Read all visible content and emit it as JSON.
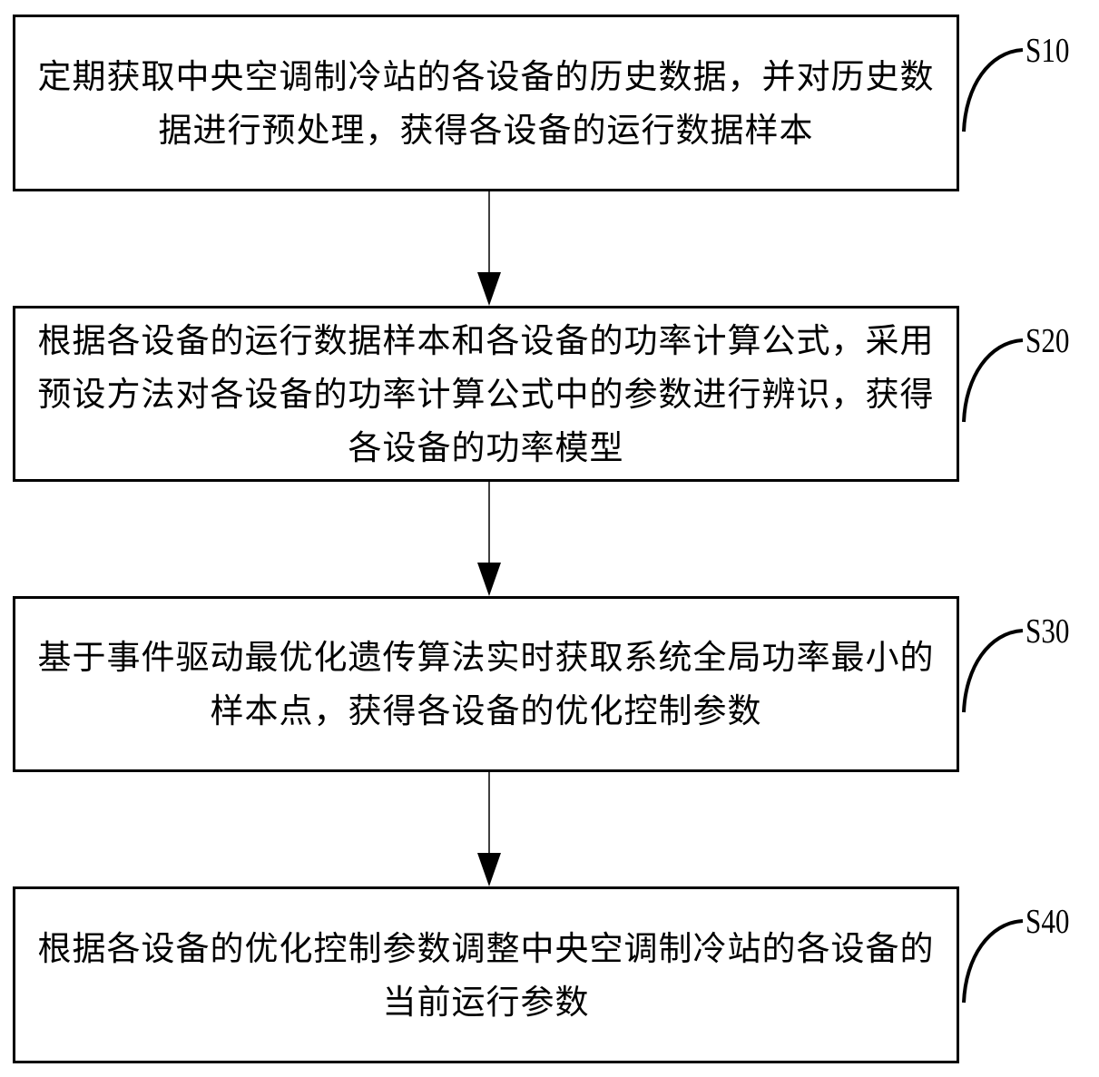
{
  "flowchart": {
    "steps": [
      {
        "id": "S10",
        "label": "S10",
        "text": "定期获取中央空调制冷站的各设备的历史数据，并对历史数据进行预处理，获得各设备的运行数据样本"
      },
      {
        "id": "S20",
        "label": "S20",
        "text": "根据各设备的运行数据样本和各设备的功率计算公式，采用预设方法对各设备的功率计算公式中的参数进行辨识，获得各设备的功率模型"
      },
      {
        "id": "S30",
        "label": "S30",
        "text": "基于事件驱动最优化遗传算法实时获取系统全局功率最小的样本点，获得各设备的优化控制参数"
      },
      {
        "id": "S40",
        "label": "S40",
        "text": "根据各设备的优化控制参数调整中央空调制冷站的各设备的当前运行参数"
      }
    ],
    "connections": [
      {
        "from": "S10",
        "to": "S20"
      },
      {
        "from": "S20",
        "to": "S30"
      },
      {
        "from": "S30",
        "to": "S40"
      }
    ]
  }
}
